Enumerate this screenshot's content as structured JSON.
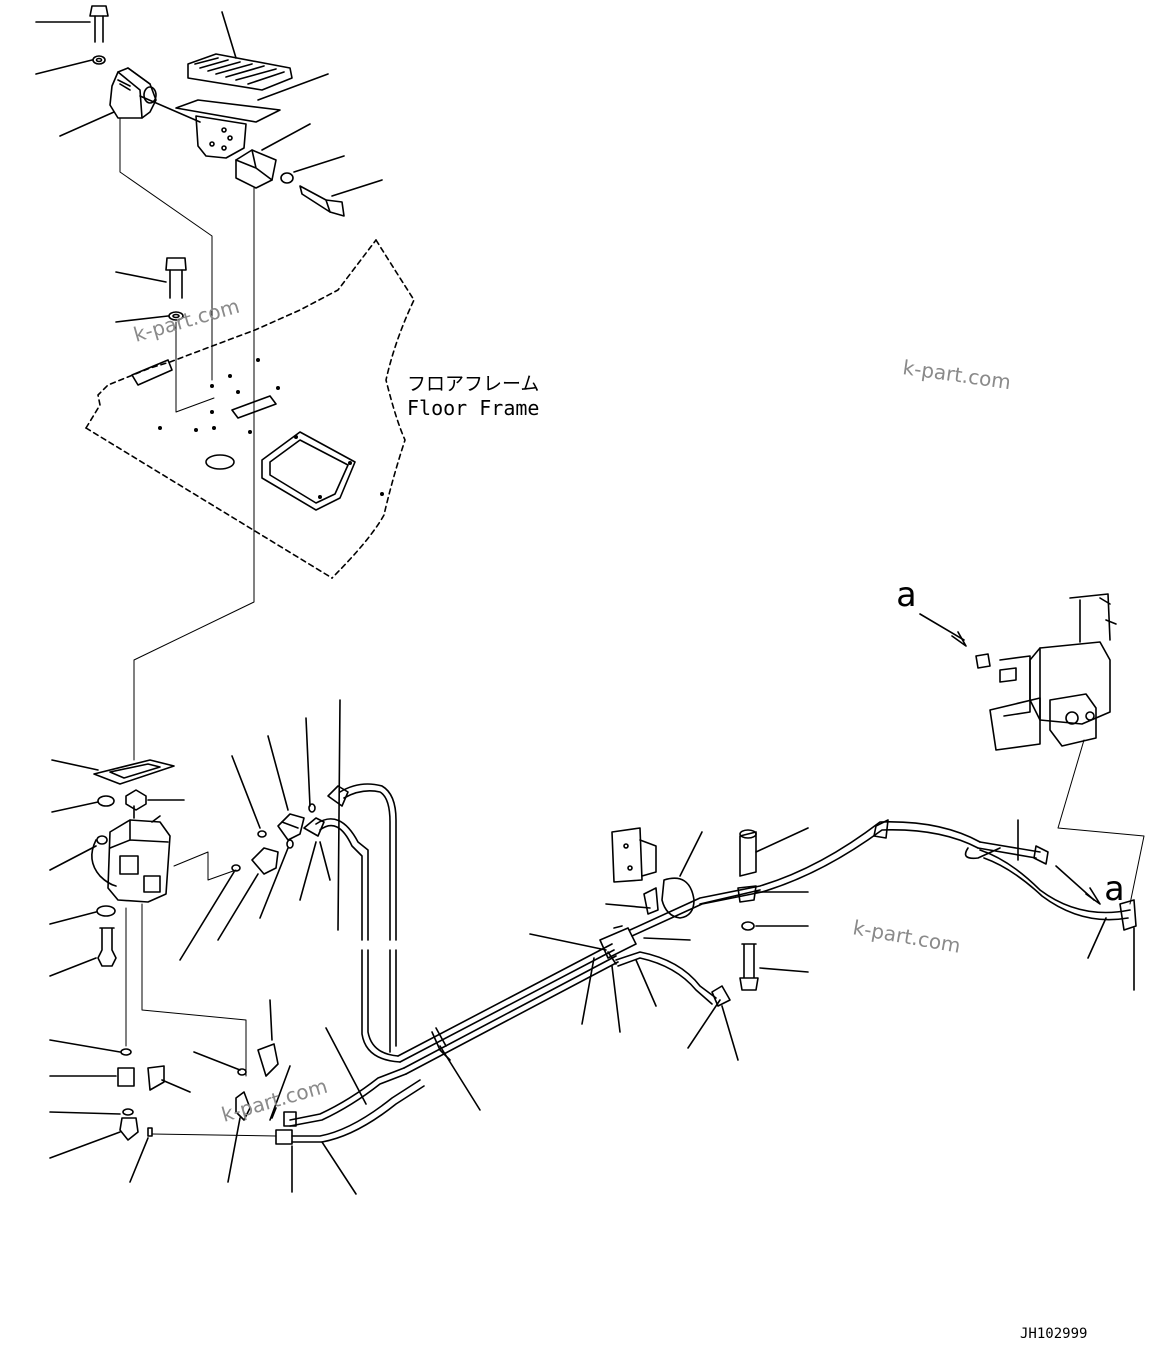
{
  "floor_frame_label_jp": "フロアフレーム",
  "floor_frame_label_en": "Floor Frame",
  "arrow_letter_top": "a",
  "arrow_letter_bottom": "a",
  "drawing_number": "JH102999",
  "watermark": "k-part.com",
  "colors": {
    "line": "#000000",
    "watermark": "#8a8a8a",
    "background": "#ffffff"
  }
}
